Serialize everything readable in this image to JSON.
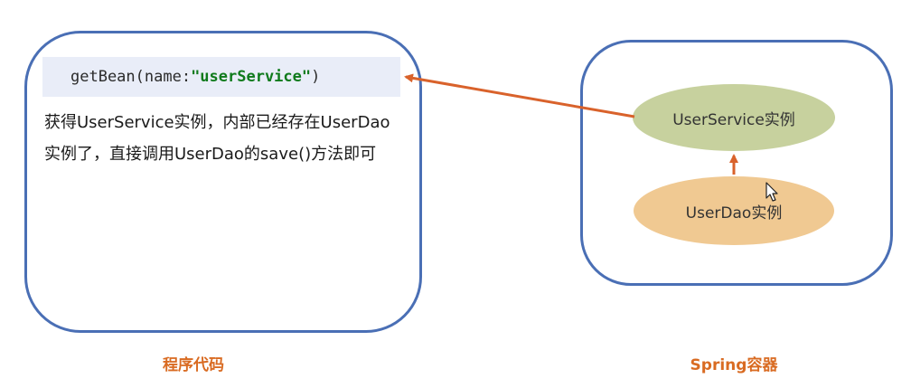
{
  "program": {
    "code_prefix": "getBean(name:",
    "code_string": "\"userService\"",
    "code_suffix": ")",
    "description_line_1": "获得UserService实例，内部已经存在UserDao",
    "description_line_2": "实例了，直接调用UserDao的save()方法即可",
    "caption": "程序代码"
  },
  "spring": {
    "userservice_label": "UserService实例",
    "userdao_label": "UserDao实例",
    "caption": "Spring容器"
  },
  "colors": {
    "box_border": "#4a6fb5",
    "arrow": "#d9622b",
    "caption": "#d96b22",
    "code_background": "#e9edf8",
    "code_string": "#0f7a1c",
    "userservice_fill": "#c7d19e",
    "userdao_fill": "#f0c992"
  },
  "icons": {
    "cursor": "mouse-pointer-icon"
  }
}
